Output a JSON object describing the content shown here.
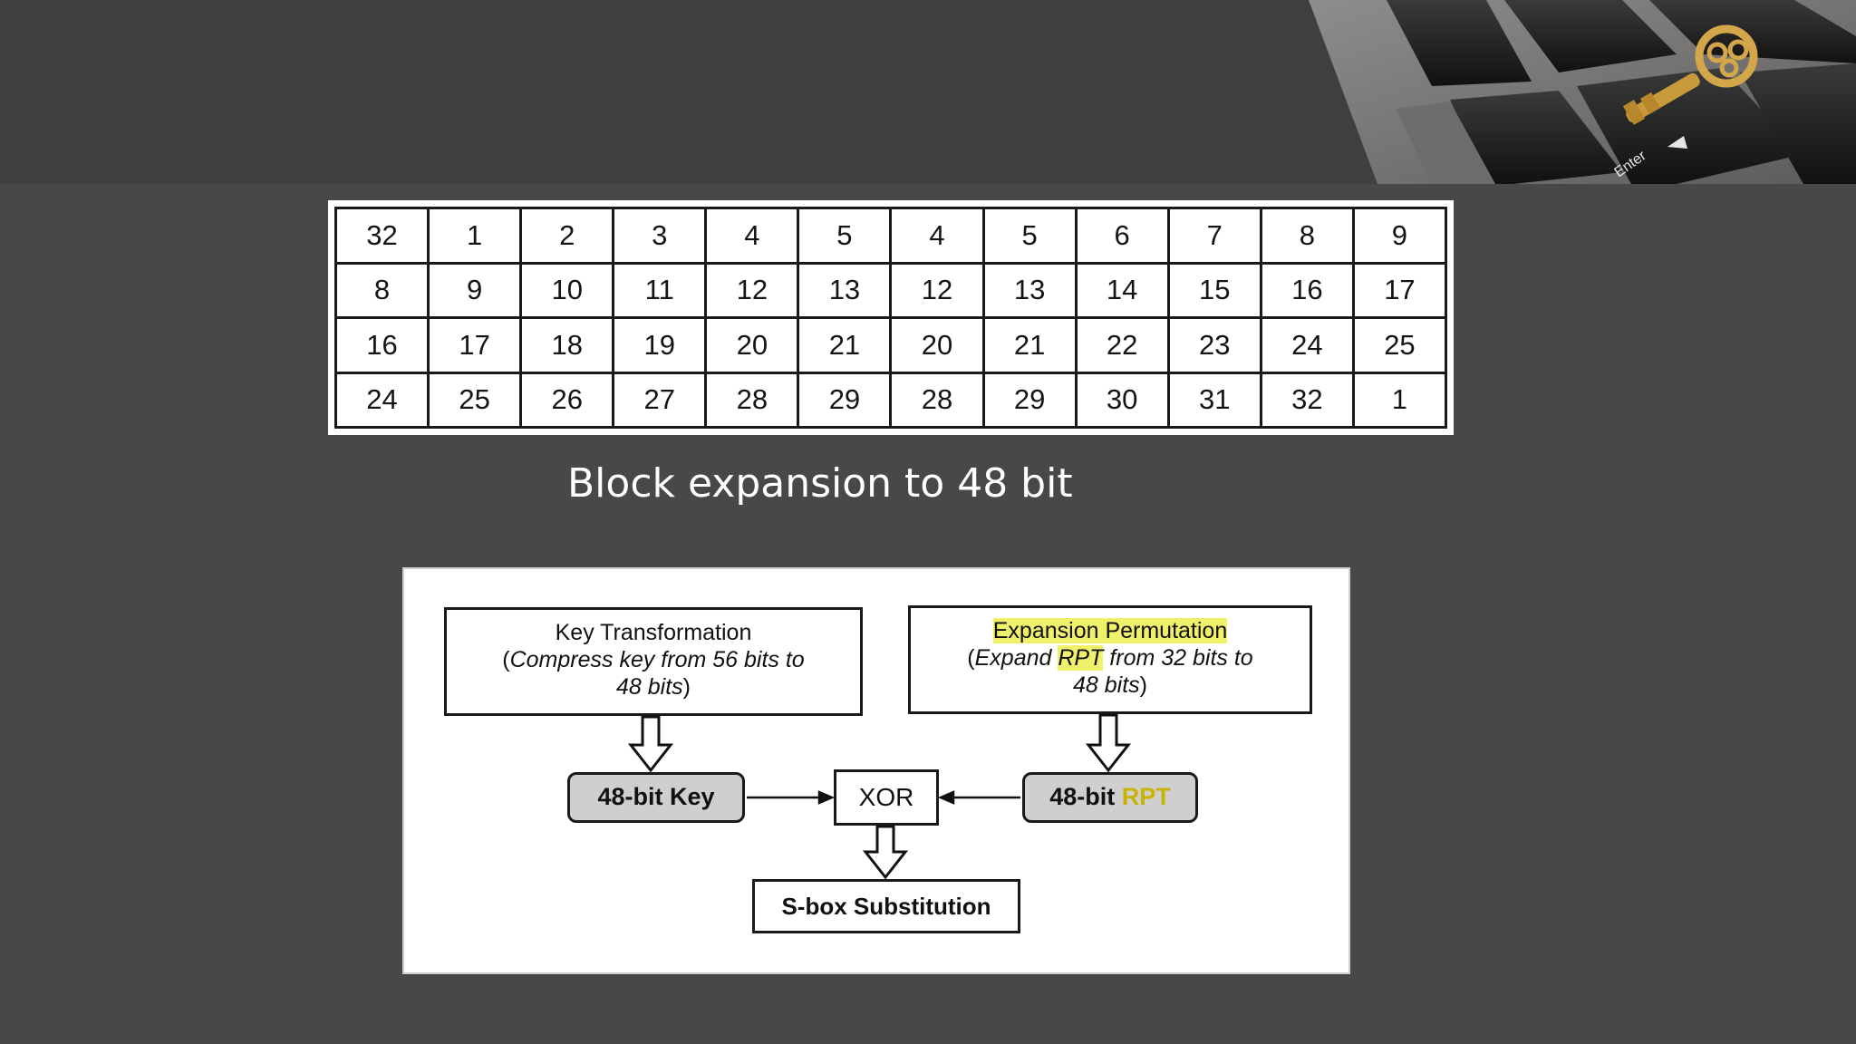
{
  "table": {
    "rows": [
      [
        "32",
        "1",
        "2",
        "3",
        "4",
        "5",
        "4",
        "5",
        "6",
        "7",
        "8",
        "9"
      ],
      [
        "8",
        "9",
        "10",
        "11",
        "12",
        "13",
        "12",
        "13",
        "14",
        "15",
        "16",
        "17"
      ],
      [
        "16",
        "17",
        "18",
        "19",
        "20",
        "21",
        "20",
        "21",
        "22",
        "23",
        "24",
        "25"
      ],
      [
        "24",
        "25",
        "26",
        "27",
        "28",
        "29",
        "28",
        "29",
        "30",
        "31",
        "32",
        "1"
      ]
    ]
  },
  "caption": "Block expansion to 48 bit",
  "diagram": {
    "key_transform": {
      "title": "Key Transformation",
      "paren_open": "(",
      "line1_italic": "Compress key from 56 bits to",
      "line2_italic": "48 bits",
      "paren_close": ")"
    },
    "expansion_perm": {
      "title": "Expansion Permutation",
      "paren_open": "(",
      "line1_a": "Expand ",
      "line1_b": "RPT",
      "line1_c": " from 32 bits to",
      "line2_italic": "48 bits",
      "paren_close": ")"
    },
    "key48": "48-bit Key",
    "rpt48_a": "48-bit ",
    "rpt48_b": "RPT",
    "xor": "XOR",
    "sbox": "S-box Substitution"
  },
  "header": {
    "keyboard_key_label": "Enter"
  },
  "colors": {
    "background": "#48474a",
    "header_band": "#3f3e41",
    "highlight": "#f1f06a",
    "key_gold": "#c99a3a"
  }
}
